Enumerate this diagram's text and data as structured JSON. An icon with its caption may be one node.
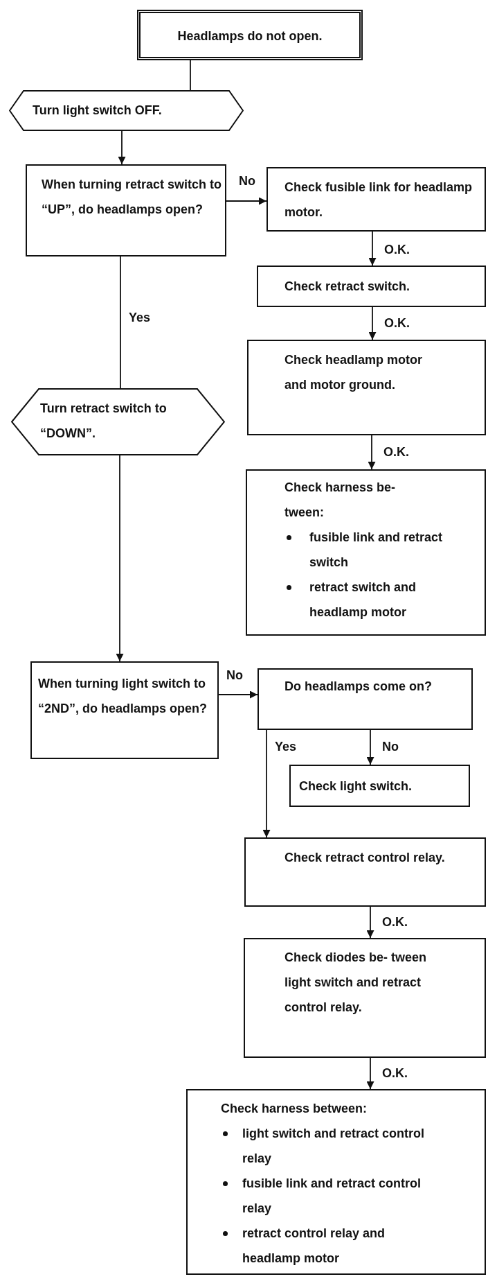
{
  "diagram": {
    "nodes": [
      {
        "text": [
          "Headlamps do not open."
        ]
      },
      {
        "text": [
          "Turn light switch OFF."
        ]
      },
      {
        "text": [
          "When turning retract switch to “UP”, do headlamps open?"
        ]
      },
      {
        "text": [
          "Check fusible link for headlamp motor."
        ]
      },
      {
        "text": [
          "Check retract switch."
        ]
      },
      {
        "text": [
          "Check headlamp motor and motor ground."
        ]
      },
      {
        "text": [
          "Check harness be- tween:",
          "fusible link and retract switch",
          "retract switch and headlamp motor"
        ]
      },
      {
        "text": [
          "Turn retract switch to “DOWN”."
        ]
      },
      {
        "text": [
          "When turning light switch to “2ND”, do headlamps open?"
        ]
      },
      {
        "text": [
          "Do headlamps come on?"
        ]
      },
      {
        "text": [
          "Check light switch."
        ]
      },
      {
        "text": [
          "Check retract control relay."
        ]
      },
      {
        "text": [
          "Check diodes be- tween light switch and retract control relay."
        ]
      },
      {
        "text": [
          "Check harness between:",
          "light switch and retract control relay",
          "fusible link and retract control relay",
          "retract control relay and headlamp motor"
        ]
      }
    ],
    "edges": [
      {
        "from": 0,
        "to": 1,
        "arrow": "none"
      },
      {
        "from": 1,
        "to": 2,
        "arrow": "to"
      },
      {
        "from": 2,
        "to": 3,
        "arrow": "to",
        "label": "No"
      },
      {
        "from": 3,
        "to": 4,
        "arrow": "to",
        "label": "O.K."
      },
      {
        "from": 4,
        "to": 5,
        "arrow": "to",
        "label": "O.K."
      },
      {
        "from": 2,
        "to": 7,
        "arrow": "none",
        "label": "Yes"
      },
      {
        "from": 5,
        "to": 6,
        "arrow": "to",
        "label": "O.K."
      },
      {
        "from": 7,
        "to": 8,
        "arrow": "to"
      },
      {
        "from": 8,
        "to": 9,
        "arrow": "to",
        "label": "No"
      },
      {
        "from": 9,
        "to": 10,
        "arrow": "to",
        "label": "No"
      },
      {
        "from": 9,
        "to": 11,
        "arrow": "to",
        "label": "Yes"
      },
      {
        "from": 11,
        "to": 12,
        "arrow": "to",
        "label": "O.K."
      },
      {
        "from": 12,
        "to": 13,
        "arrow": "to",
        "label": "O.K."
      }
    ]
  }
}
